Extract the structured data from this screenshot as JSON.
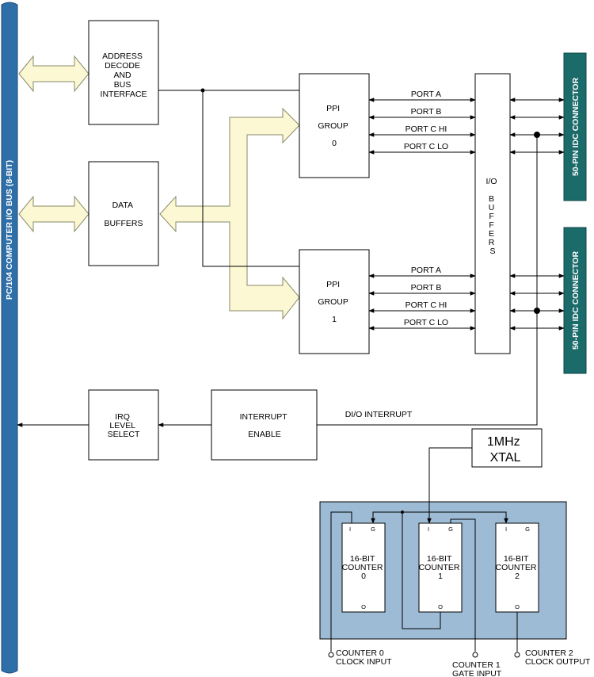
{
  "colors": {
    "bus": "#2f6fa8",
    "connector": "#1c6b6b",
    "counter_panel": "#9ebbd6",
    "wide_arrow_fill": "#fbf8d3",
    "wide_arrow_stroke": "#8a8a6a",
    "line": "#000000"
  },
  "bus": {
    "label": "PC/104 COMPUTER I/O BUS (8-BIT)"
  },
  "connectors": [
    {
      "label": "50-PIN IDC CONNECTOR"
    },
    {
      "label": "50-PIN IDC CONNECTOR"
    }
  ],
  "blocks": {
    "address_decode": {
      "lines": [
        "ADDRESS",
        "DECODE",
        "AND",
        "BUS",
        "INTERFACE"
      ]
    },
    "data_buffers": {
      "lines": [
        "DATA",
        "BUFFERS"
      ]
    },
    "ppi0": {
      "lines": [
        "PPI",
        "GROUP",
        "0"
      ]
    },
    "ppi1": {
      "lines": [
        "PPI",
        "GROUP",
        "1"
      ]
    },
    "io_buffers": {
      "lines": [
        "I/O",
        "B",
        "U",
        "F",
        "F",
        "E",
        "R",
        "S"
      ]
    },
    "irq": {
      "lines": [
        "IRQ",
        "LEVEL",
        "SELECT"
      ]
    },
    "interrupt": {
      "lines": [
        "INTERRUPT",
        "ENABLE"
      ]
    },
    "xtal": {
      "lines": [
        "1MHz",
        "XTAL"
      ]
    }
  },
  "ports": [
    "PORT A",
    "PORT B",
    "PORT C HI",
    "PORT C LO"
  ],
  "interrupt_line_label": "DI/O INTERRUPT",
  "counters": [
    {
      "lines": [
        "16-BIT",
        "COUNTER",
        "0"
      ],
      "pin_i": "I",
      "pin_g": "G",
      "pin_o": "O"
    },
    {
      "lines": [
        "16-BIT",
        "COUNTER",
        "1"
      ],
      "pin_i": "I",
      "pin_g": "G",
      "pin_o": "O"
    },
    {
      "lines": [
        "16-BIT",
        "COUNTER",
        "2"
      ],
      "pin_i": "I",
      "pin_g": "G",
      "pin_o": "O"
    }
  ],
  "counter_io": {
    "counter0_clock": [
      "COUNTER 0",
      "CLOCK INPUT"
    ],
    "counter1_gate": [
      "COUNTER 1",
      "GATE INPUT"
    ],
    "counter2_clock": [
      "COUNTER 2",
      "CLOCK OUTPUT"
    ]
  }
}
